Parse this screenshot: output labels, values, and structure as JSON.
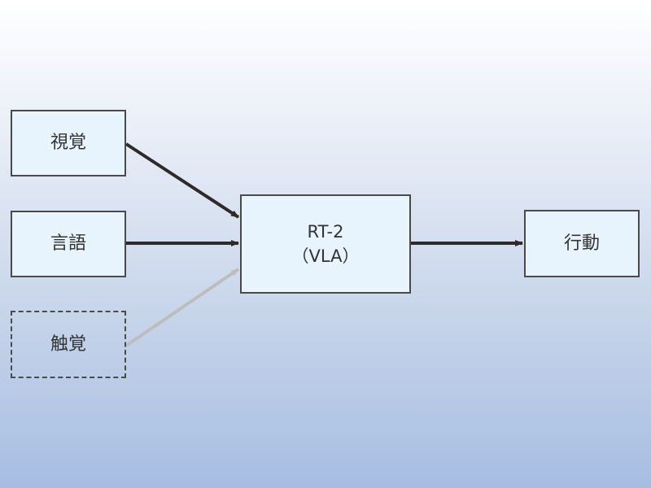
{
  "diagram": {
    "nodes": [
      {
        "id": "vision",
        "label": "視覚",
        "style": "solid"
      },
      {
        "id": "language",
        "label": "言語",
        "style": "solid"
      },
      {
        "id": "touch",
        "label": "触覚",
        "style": "dashed"
      },
      {
        "id": "model",
        "label_line1": "RT-2",
        "label_line2": "（VLA）",
        "style": "solid"
      },
      {
        "id": "action",
        "label": "行動",
        "style": "solid"
      }
    ],
    "edges": [
      {
        "from": "vision",
        "to": "model",
        "color": "#2e2a2a"
      },
      {
        "from": "language",
        "to": "model",
        "color": "#2e2a2a"
      },
      {
        "from": "touch",
        "to": "model",
        "color": "#bdbdbd"
      },
      {
        "from": "model",
        "to": "action",
        "color": "#2e2a2a"
      }
    ]
  }
}
